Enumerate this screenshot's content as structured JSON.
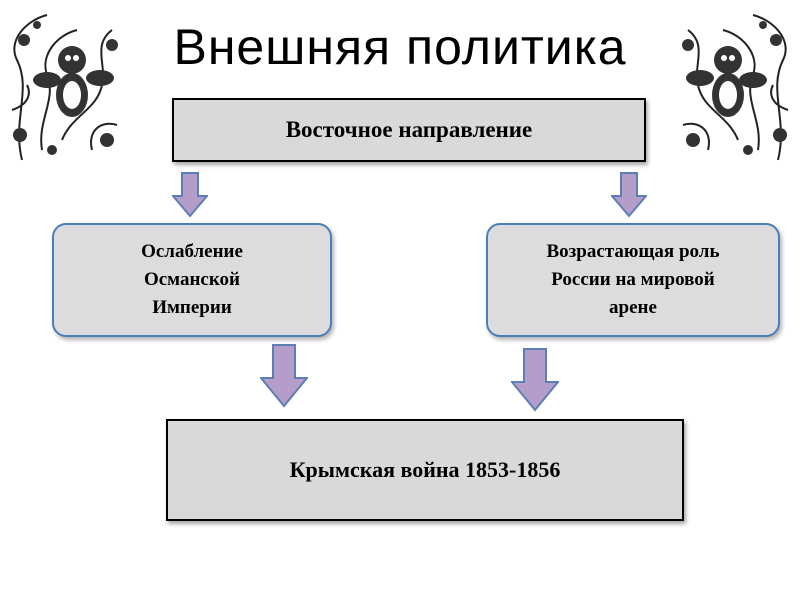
{
  "title": "Внешняя политика",
  "boxes": {
    "top": "Восточное направление",
    "left": [
      "Ослабление",
      "Османской",
      "Империи"
    ],
    "right": [
      "Возрастающая роль",
      "России на мировой",
      "арене"
    ],
    "bottom": "Крымская война 1853-1856"
  },
  "colors": {
    "box_fill": "#d9d9d9",
    "rounded_border": "#4a7ebb",
    "arrow_fill": "#b49ec9",
    "arrow_stroke": "#5b7fb5"
  },
  "icons": {
    "ornament_left": "cherub-ornament-icon",
    "ornament_right": "cherub-ornament-icon",
    "arrow": "down-arrow-icon"
  }
}
